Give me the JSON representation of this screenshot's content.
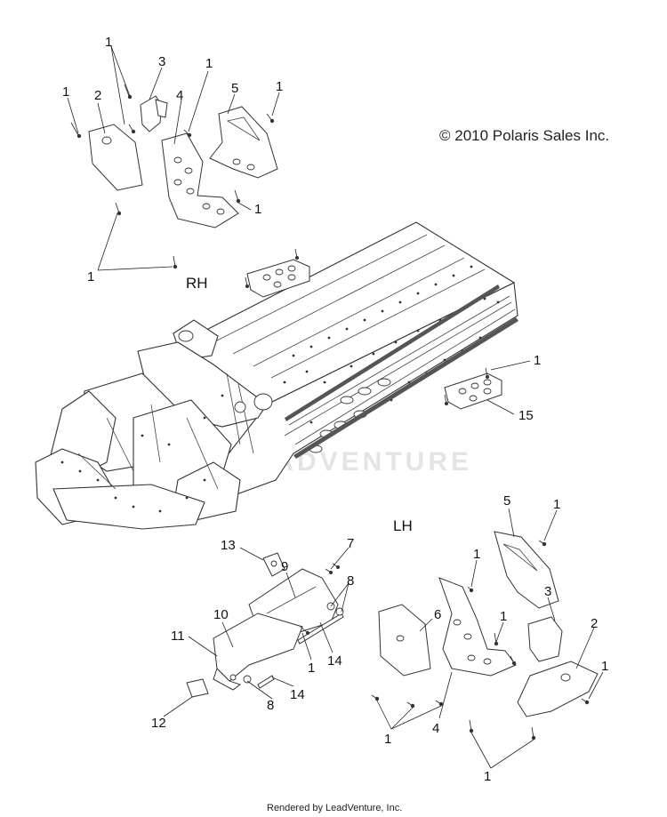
{
  "copyright": "© 2010 Polaris Sales Inc.",
  "footer": "Rendered by LeadVenture, Inc.",
  "watermark": "LEADVENTURE",
  "sides": {
    "rh": "RH",
    "lh": "LH"
  },
  "callouts": {
    "rh_1a": "1",
    "rh_1b": "1",
    "rh_1c": "1",
    "rh_1d": "1",
    "rh_1e": "1",
    "rh_1f": "1",
    "rh_2": "2",
    "rh_3": "3",
    "rh_4": "4",
    "rh_5": "5",
    "mid_1": "1",
    "mid_15": "15",
    "c_13": "13",
    "c_9": "9",
    "c_7": "7",
    "c_8a": "8",
    "c_10": "10",
    "c_11": "11",
    "c_1": "1",
    "c_14a": "14",
    "c_14b": "14",
    "c_8b": "8",
    "c_12": "12",
    "lh_5": "5",
    "lh_1a": "1",
    "lh_1b": "1",
    "lh_6": "6",
    "lh_1c": "1",
    "lh_3": "3",
    "lh_2": "2",
    "lh_1d": "1",
    "lh_1e": "1",
    "lh_4": "4",
    "lh_1f": "1"
  }
}
